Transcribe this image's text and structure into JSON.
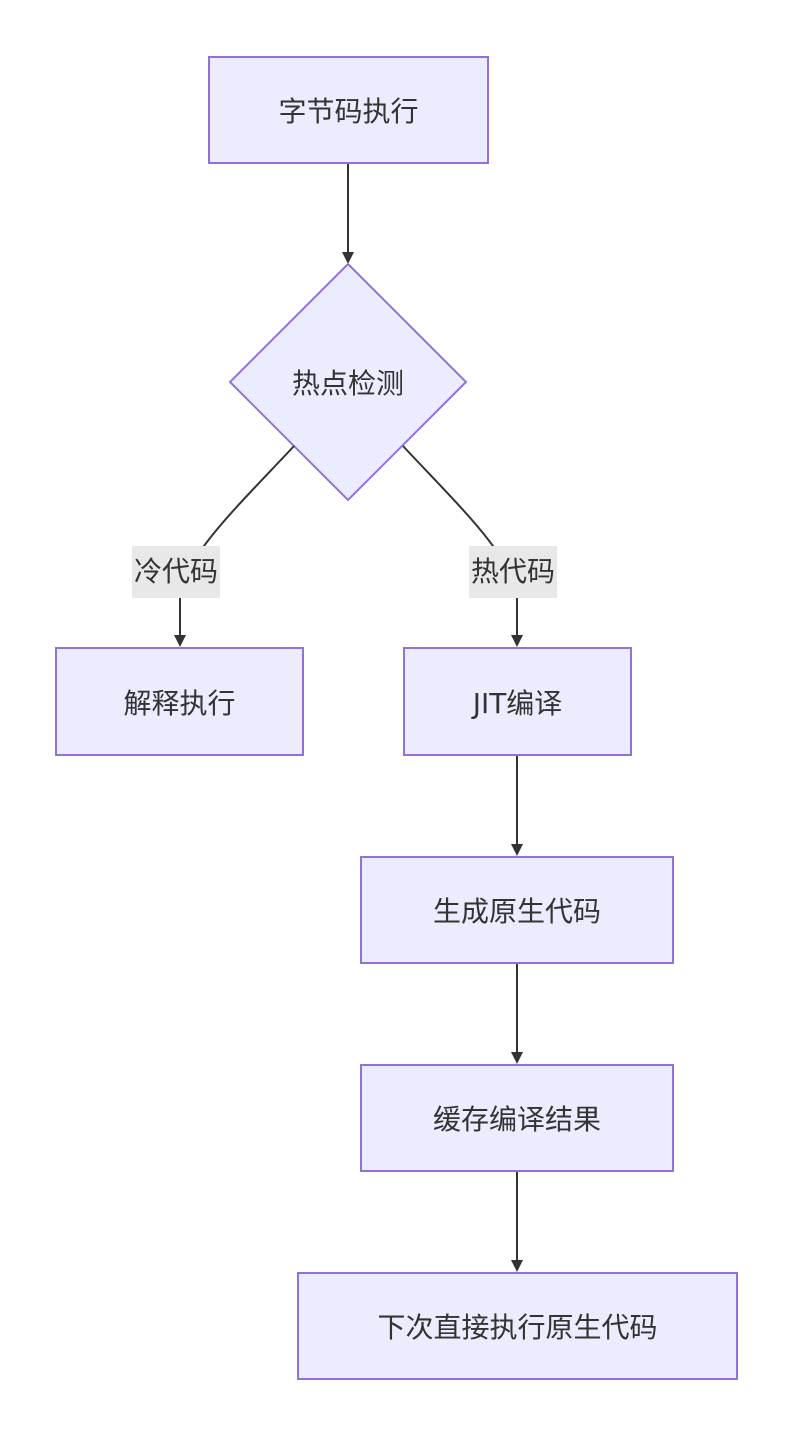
{
  "nodes": {
    "bytecode": "字节码执行",
    "hotspot": "热点检测",
    "interpret": "解释执行",
    "jit": "JIT编译",
    "native": "生成原生代码",
    "cache": "缓存编译结果",
    "direct": "下次直接执行原生代码"
  },
  "edges": {
    "cold_label": "冷代码",
    "hot_label": "热代码"
  },
  "colors": {
    "node_fill": "#ECECFF",
    "node_stroke": "#9370DB",
    "edge": "#333333",
    "label_bg": "#E8E8E8"
  }
}
